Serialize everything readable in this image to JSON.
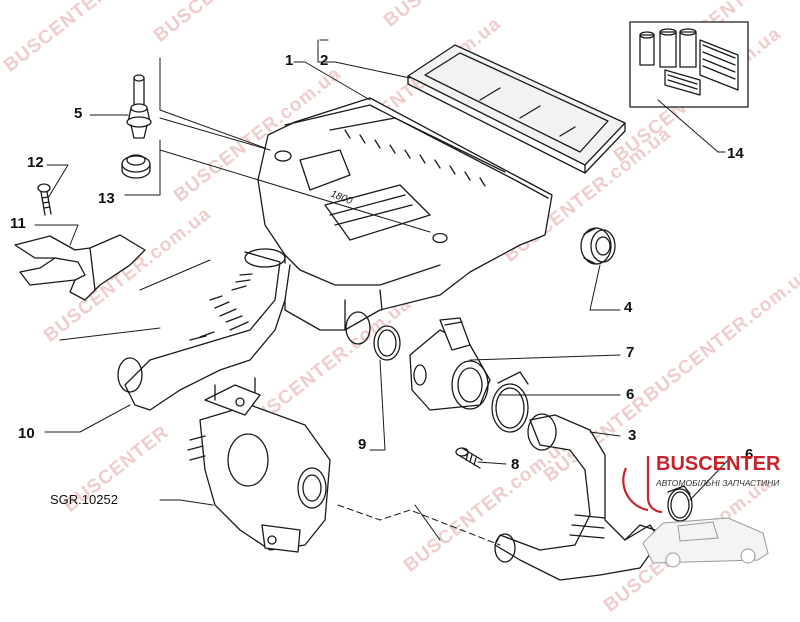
{
  "callouts": {
    "c1": "1",
    "c2": "2",
    "c3": "3",
    "c4": "4",
    "c5": "5",
    "c6a": "6",
    "c6b": "6",
    "c7": "7",
    "c8": "8",
    "c9": "9",
    "c10": "10",
    "c11": "11",
    "c12": "12",
    "c13": "13",
    "c14": "14"
  },
  "reference": "SGR.10252",
  "watermark": {
    "site": "BUSCENTER.com.ua",
    "brand": "BUSCENTER"
  },
  "logo": {
    "name": "BUSCENTER",
    "tagline": "АВТОМОБІЛЬНІ ЗАПЧАСТИНИ",
    "accent": "#c8232c"
  },
  "cover_badge": "1800",
  "colors": {
    "line": "#1a1a1a",
    "watermark": "#e9b8b8"
  }
}
